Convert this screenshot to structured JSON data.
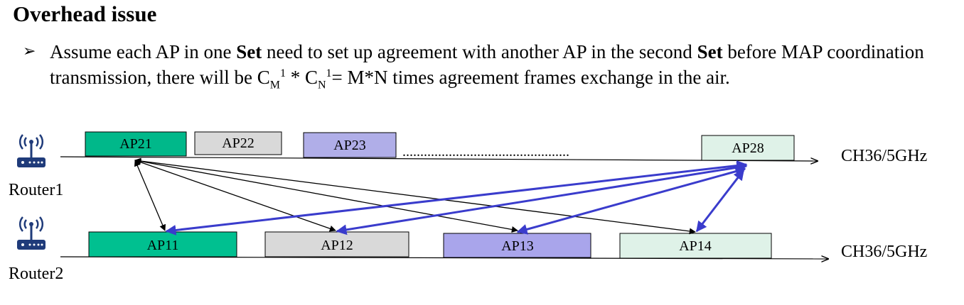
{
  "heading": "Overhead issue",
  "bullet": {
    "marker": "➢",
    "p1": "Assume each AP in one ",
    "set1": "Set",
    "p2": " need to set up agreement with another AP in the second ",
    "set2": "Set",
    "p3": " before MAP coordination transmission, there will be C",
    "sub_m": "M",
    "sup1": "1",
    "p4": " * C",
    "sub_n": "N",
    "sup2": "1",
    "p5": "= M*N times agreement frames exchange in the air."
  },
  "diagram": {
    "routers": [
      {
        "label": "Router1"
      },
      {
        "label": "Router2"
      }
    ],
    "channel_labels": [
      "CH36/5GHz",
      "CH36/5GHz"
    ],
    "top_aps": [
      {
        "label": "AP21",
        "color": "#00b88a"
      },
      {
        "label": "AP22",
        "color": "#d9d9d9"
      },
      {
        "label": "AP23",
        "color": "#b0aee8"
      },
      {
        "label": "AP28",
        "color": "#dff2e8"
      }
    ],
    "dots": "...............................................",
    "bottom_aps": [
      {
        "label": "AP11",
        "color": "#00c090"
      },
      {
        "label": "AP12",
        "color": "#d9d9d9"
      },
      {
        "label": "AP13",
        "color": "#a9a5eb"
      },
      {
        "label": "AP14",
        "color": "#dff2e8"
      }
    ],
    "colors": {
      "black_arrows": "#000000",
      "blue_arrows": "#3a3ccc",
      "router_icon": "#1f3b7a"
    }
  }
}
